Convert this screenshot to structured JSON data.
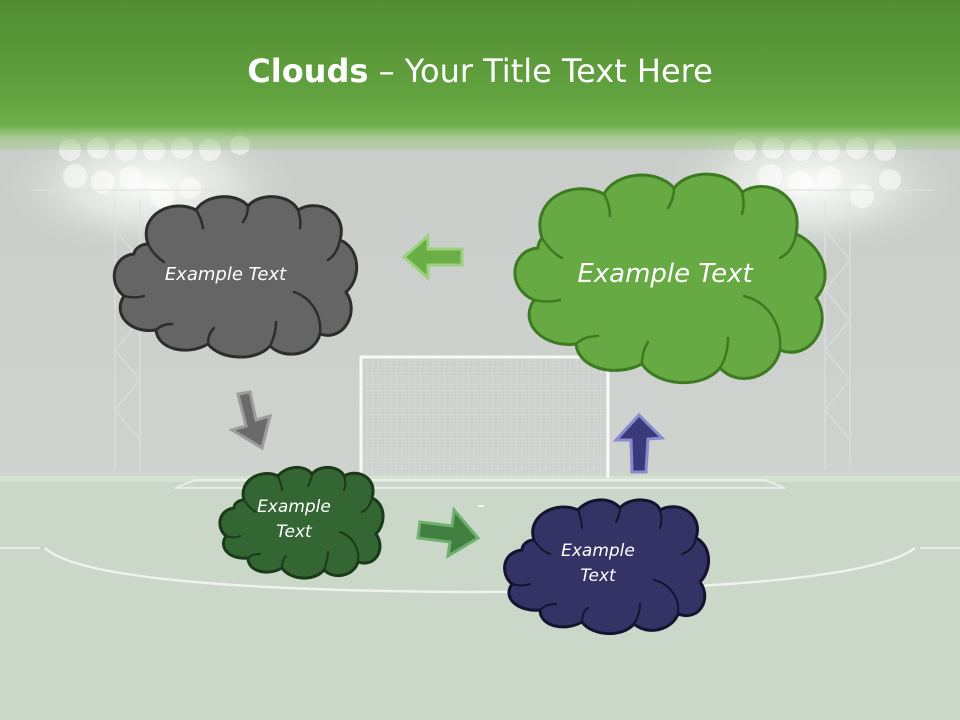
{
  "slide": {
    "title_bold": "Clouds",
    "title_dash": " – ",
    "title_rest": "Your Title Text Here"
  },
  "colors": {
    "header_green": "#5e9e3c",
    "cloud_gray": "#656565",
    "cloud_light_green": "#67a942",
    "cloud_dark_green": "#336633",
    "cloud_navy": "#333366",
    "arrow_green": "#6aae45",
    "arrow_gray": "#6a6a6a",
    "arrow_dark_green": "#3f7f3f",
    "arrow_navy": "#3a3a7a"
  },
  "clouds": [
    {
      "id": "gray",
      "text": "Example Text"
    },
    {
      "id": "light-green",
      "text": "Example Text"
    },
    {
      "id": "dark-green",
      "line1": "Example",
      "line2": "Text"
    },
    {
      "id": "navy",
      "line1": "Example",
      "line2": "Text"
    }
  ],
  "arrows": [
    {
      "from": "light-green",
      "to": "gray",
      "direction": "left"
    },
    {
      "from": "gray",
      "to": "dark-green",
      "direction": "down"
    },
    {
      "from": "dark-green",
      "to": "navy",
      "direction": "right"
    },
    {
      "from": "navy",
      "to": "light-green",
      "direction": "up"
    }
  ]
}
